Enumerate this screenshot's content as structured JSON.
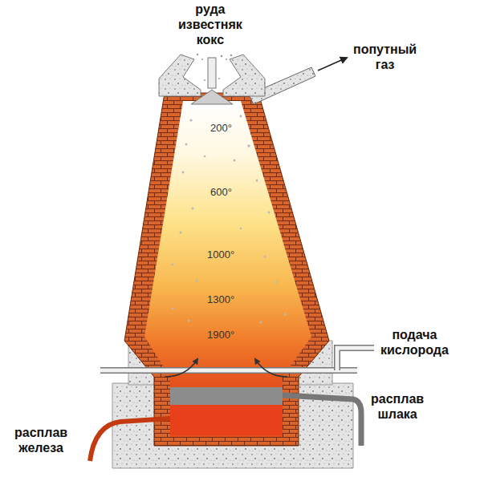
{
  "diagram": {
    "labels": [
      "руда известняк кокс",
      "попутный газ",
      "200°",
      "600°",
      "1000°",
      "1300°",
      "1900°",
      "подача кислорода",
      "расплав шлака",
      "расплав железа"
    ]
  }
}
